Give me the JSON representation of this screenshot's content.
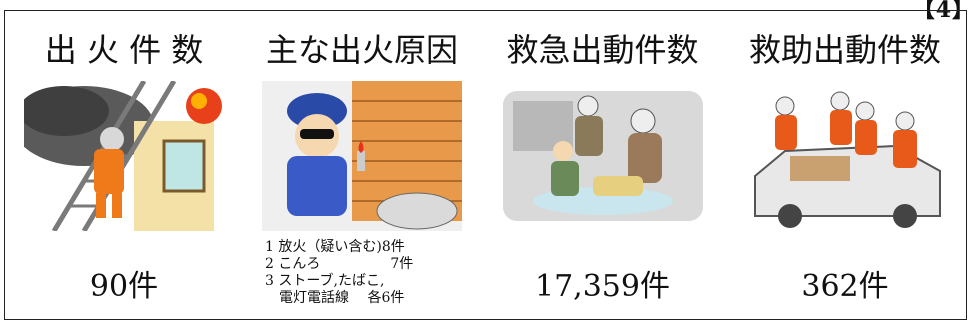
{
  "corner_label": "【4】",
  "panels": [
    {
      "title": "出 火 件 数",
      "icon": "firefighter-on-ladder-illustration",
      "value": "90件"
    },
    {
      "title": "主な出火原因",
      "icon": "man-with-lighter-illustration",
      "causes": [
        "1 放火（疑い含む)8件",
        "2 こんろ　　　　　7件",
        "3 ストーブ,たばこ,",
        "　電灯電話線　 各6件"
      ]
    },
    {
      "title": "救急出動件数",
      "icon": "ambulance-crew-illustration",
      "value": "17,359件"
    },
    {
      "title": "救助出動件数",
      "icon": "rescue-crew-car-illustration",
      "value": "362件"
    }
  ]
}
